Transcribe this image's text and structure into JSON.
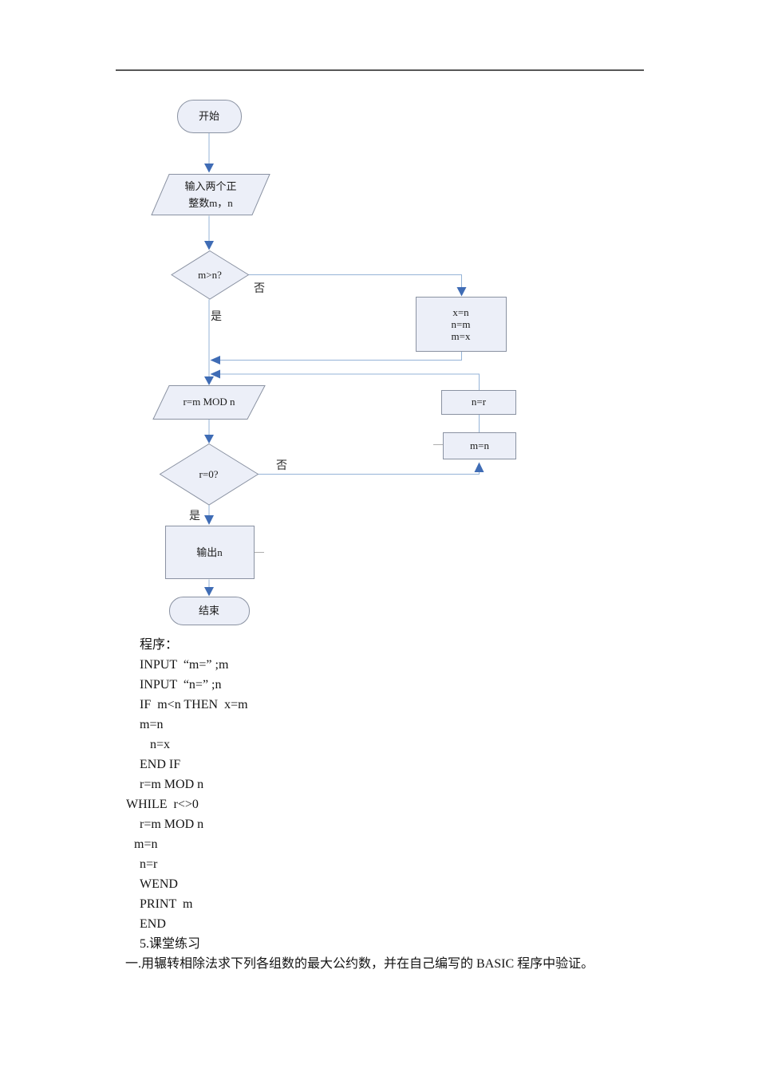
{
  "divider": {
    "color": "#575757"
  },
  "flowchart": {
    "colors": {
      "shape_fill": "#eceff8",
      "shape_border": "#8a92a2",
      "connector_line": "#95b3d7",
      "arrowhead": "#3f6cb5",
      "stub_line": "#aeaeae",
      "text": "#1b1b1b"
    },
    "nodes": {
      "start": {
        "type": "terminator",
        "label": "开始"
      },
      "input": {
        "type": "io-parallelogram",
        "lines": [
          "输入两个正",
          "整数m，n"
        ]
      },
      "decision_m_gt_n": {
        "type": "decision",
        "label": "m>n?"
      },
      "swap": {
        "type": "process",
        "lines": [
          "x=n",
          "n=m",
          "m=x"
        ]
      },
      "mod": {
        "type": "io-parallelogram",
        "label": "r=m MOD n"
      },
      "assign_n": {
        "type": "process",
        "label": "n=r"
      },
      "assign_m": {
        "type": "process",
        "label": "m=n"
      },
      "decision_r_eq_0": {
        "type": "decision",
        "label": "r=0?"
      },
      "output": {
        "type": "process",
        "label": "输出n"
      },
      "end": {
        "type": "terminator",
        "label": "结束"
      }
    },
    "edge_labels": {
      "decision1_no": "否",
      "decision1_yes": "是",
      "decision2_no": "否",
      "decision2_yes": "是"
    }
  },
  "program": {
    "lines": [
      "程序：",
      "INPUT  “m=” ;m",
      "INPUT  “n=” ;n",
      "IF  m<n THEN  x=m",
      "m=n",
      "n=x",
      "END IF",
      "r=m MOD n",
      "WHILE  r<>0",
      "r=m MOD n",
      "m=n",
      "n=r",
      "WEND",
      "PRINT  m",
      "END",
      "5.课堂练习",
      "一.用辗转相除法求下列各组数的最大公约数，并在自己编写的 BASIC 程序中验证。"
    ]
  }
}
